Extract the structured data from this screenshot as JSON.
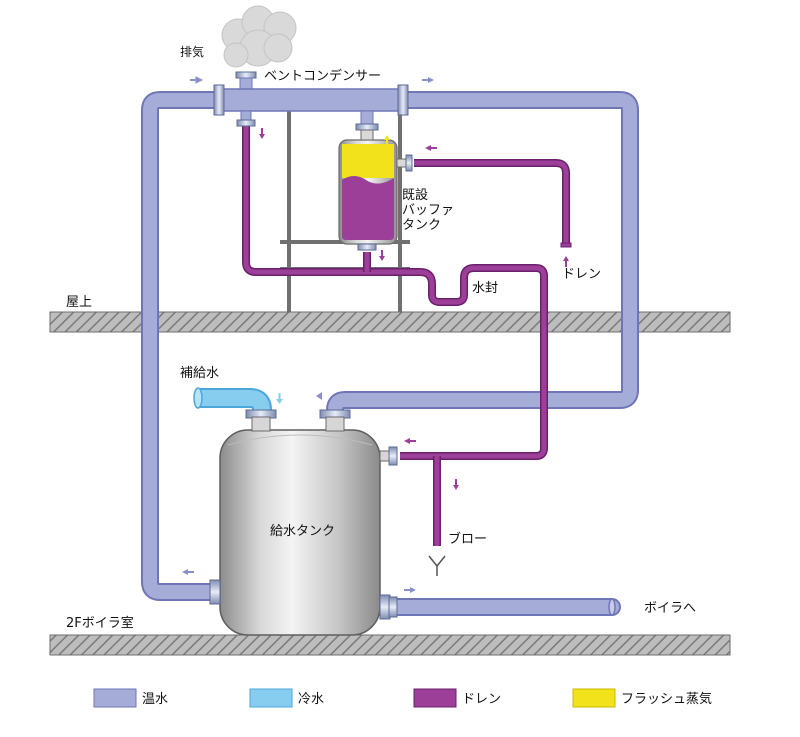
{
  "colors": {
    "hot_water": "#a6acd8",
    "hot_water_edge": "#6f76b6",
    "cold_water": "#86cdf0",
    "cold_water_edge": "#4ea6d8",
    "drain": "#9b3f98",
    "drain_edge": "#6b1f6c",
    "flash_steam": "#f2e21b",
    "floor_hatch": "#8e8e8e",
    "frame": "#707070"
  },
  "labels": {
    "exhaust": "排気",
    "vent_condenser": "ベントコンデンサー",
    "buffer_tank": [
      "既設",
      "バッファ",
      "タンク"
    ],
    "drain": "ドレン",
    "water_seal": "水封",
    "roof": "屋上",
    "makeup_water": "補給水",
    "feed_tank": "給水タンク",
    "blow": "ブロー",
    "boiler_room": "2Fボイラ室",
    "to_boiler": "ボイラへ"
  },
  "legend": [
    {
      "label": "温水",
      "color_key": "hot_water"
    },
    {
      "label": "冷水",
      "color_key": "cold_water"
    },
    {
      "label": "ドレン",
      "color_key": "drain"
    },
    {
      "label": "フラッシュ蒸気",
      "color_key": "flash_steam"
    }
  ],
  "icons": {
    "steam": "steam-cloud-icon",
    "funnel": "drain-funnel-icon",
    "arrow": "flow-arrow-icon"
  }
}
